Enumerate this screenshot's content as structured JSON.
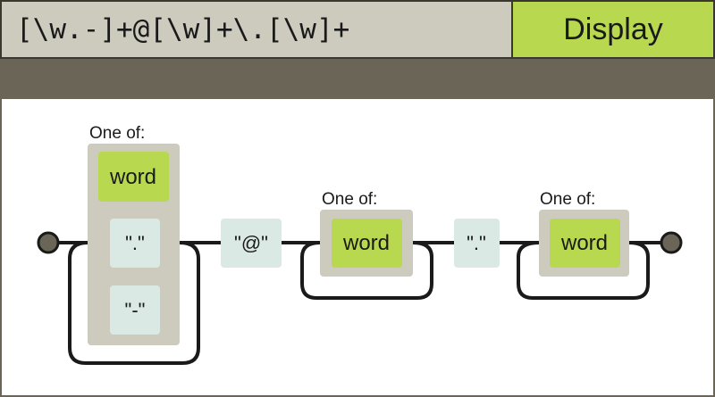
{
  "toolbar": {
    "regex_value": "[\\w.-]+@[\\w]+\\.[\\w]+",
    "display_label": "Display"
  },
  "diagram": {
    "group1": {
      "label": "One of:",
      "options": [
        "word",
        "\".\"",
        "\"-\""
      ]
    },
    "literal_at": "\"@\"",
    "group2": {
      "label": "One of:",
      "options": [
        "word"
      ]
    },
    "literal_dot": "\".\"",
    "group3": {
      "label": "One of:",
      "options": [
        "word"
      ]
    }
  },
  "colors": {
    "header_bg": "#6b6558",
    "input_bg": "#cdcbbd",
    "button_bg": "#b7d84f",
    "group_box": "#cdcbbd",
    "word_box": "#b7d84f",
    "literal_box": "#dae9e4",
    "node": "#6b6558"
  }
}
